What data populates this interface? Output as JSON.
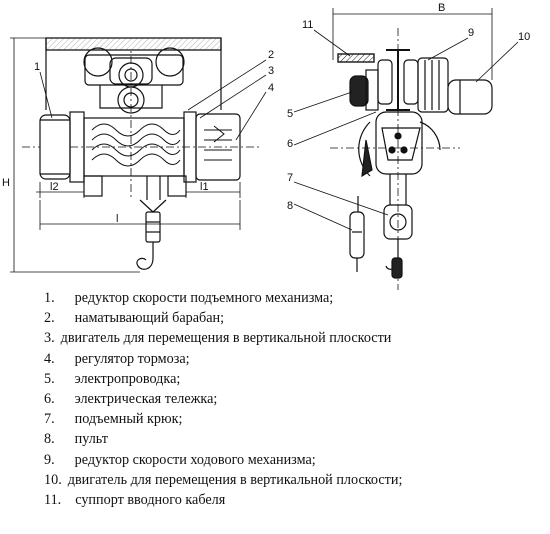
{
  "diagram": {
    "dimension_labels": {
      "B": "B",
      "H": "H",
      "l": "l",
      "l1": "l1",
      "l2": "l2"
    },
    "callouts": [
      "1",
      "2",
      "3",
      "4",
      "5",
      "6",
      "7",
      "8",
      "9",
      "10",
      "11"
    ]
  },
  "legend": [
    {
      "num": "1.",
      "text": "редуктор скорости подъемного механизма;",
      "indent": 44,
      "gap": 20
    },
    {
      "num": "2.",
      "text": "наматывающий барабан;",
      "indent": 44,
      "gap": 20
    },
    {
      "num": "3.",
      "text": "двигатель для перемещения в вертикальной плоскости",
      "indent": 44,
      "gap": 6
    },
    {
      "num": "4.",
      "text": "регулятор тормоза;",
      "indent": 44,
      "gap": 20
    },
    {
      "num": "5.",
      "text": "электропроводка;",
      "indent": 44,
      "gap": 20
    },
    {
      "num": "6.",
      "text": "электрическая тележка;",
      "indent": 44,
      "gap": 20
    },
    {
      "num": "7.",
      "text": "подъемный крюк;",
      "indent": 44,
      "gap": 20
    },
    {
      "num": "8.",
      "text": "пульт",
      "indent": 44,
      "gap": 20
    },
    {
      "num": "9.",
      "text": "редуктор скорости ходового механизма;",
      "indent": 44,
      "gap": 20
    },
    {
      "num": "10.",
      "text": "двигатель для перемещения в вертикальной плоскости;",
      "indent": 44,
      "gap": 6
    },
    {
      "num": "11.",
      "text": "суппорт вводного кабеля",
      "indent": 44,
      "gap": 14
    }
  ]
}
